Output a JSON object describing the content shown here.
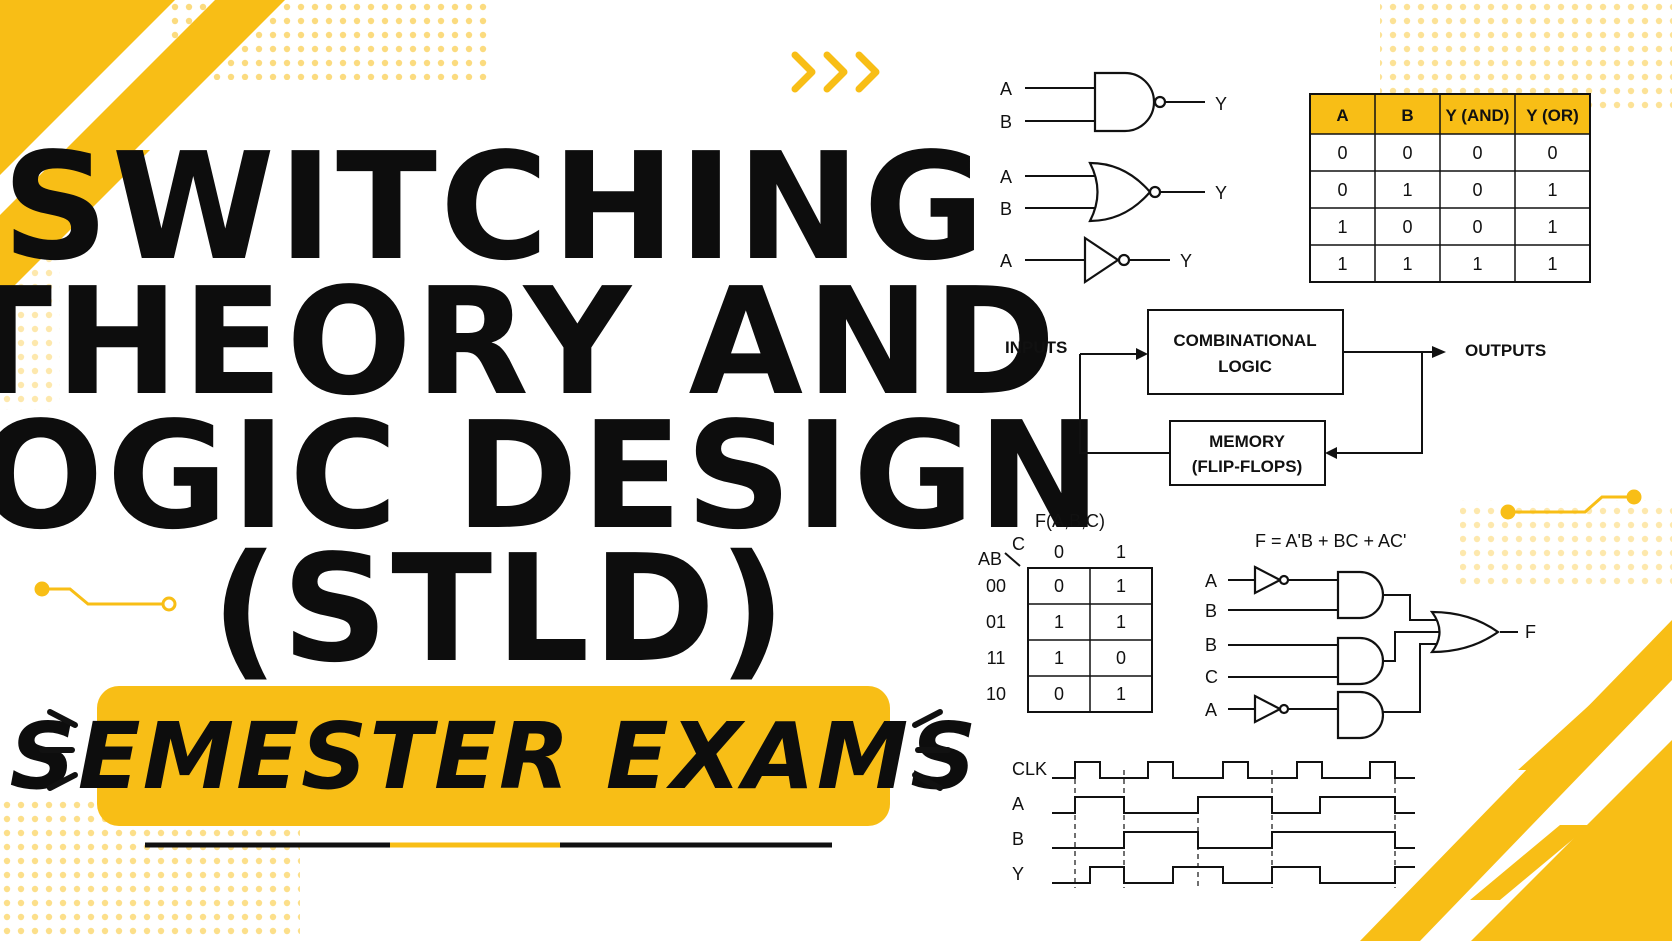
{
  "title": {
    "lines": [
      "SWITCHING",
      "THEORY AND",
      "LOGIC DESIGN",
      "(STLD)"
    ]
  },
  "banner": {
    "text": "SEMESTER EXAMS"
  },
  "colors": {
    "accent": "#f8be16",
    "ink": "#0d0d0d",
    "background": "#ffffff"
  },
  "gates": {
    "and": {
      "in_a": "A",
      "in_b": "B",
      "out": "Y"
    },
    "or": {
      "in_a": "A",
      "in_b": "B",
      "out": "Y"
    },
    "not": {
      "in_a": "A",
      "out": "Y"
    }
  },
  "truth_table": {
    "headers": [
      "A",
      "B",
      "Y (AND)",
      "Y (OR)"
    ],
    "rows": [
      [
        "0",
        "0",
        "0",
        "0"
      ],
      [
        "0",
        "1",
        "0",
        "1"
      ],
      [
        "1",
        "0",
        "0",
        "1"
      ],
      [
        "1",
        "1",
        "1",
        "1"
      ]
    ]
  },
  "block_diagram": {
    "inputs": "INPUTS",
    "outputs": "OUTPUTS",
    "comb_line1": "COMBINATIONAL",
    "comb_line2": "LOGIC",
    "mem_line1": "MEMORY",
    "mem_line2": "(FLIP-FLOPS)"
  },
  "kmap": {
    "function": "F(A,B,C)",
    "row_var": "AB",
    "col_var": "C",
    "cols": [
      "0",
      "1"
    ],
    "rows": [
      "00",
      "01",
      "11",
      "10"
    ],
    "cells": [
      [
        "0",
        "1"
      ],
      [
        "1",
        "1"
      ],
      [
        "1",
        "0"
      ],
      [
        "0",
        "1"
      ]
    ]
  },
  "circuit": {
    "expression": "F = A'B + BC + AC'",
    "inputs": [
      "A",
      "B",
      "B",
      "C",
      "A"
    ],
    "output": "F"
  },
  "timing": {
    "signals": [
      "CLK",
      "A",
      "B",
      "Y"
    ]
  }
}
